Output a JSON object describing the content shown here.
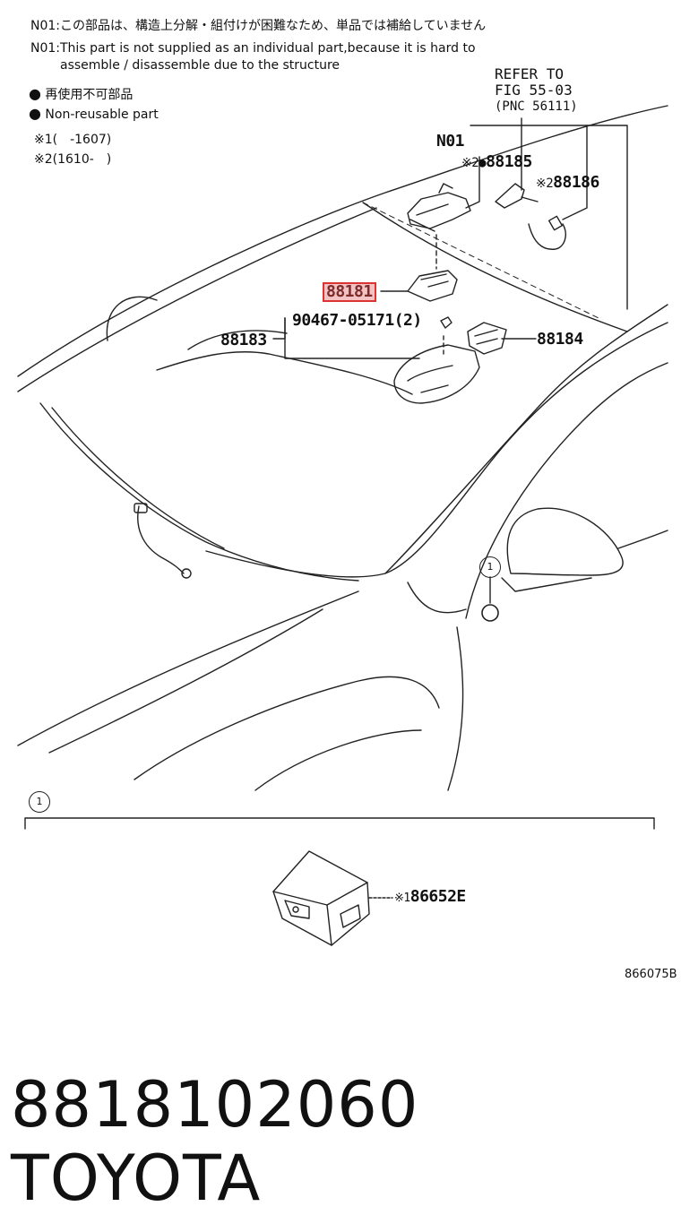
{
  "notes": {
    "n01_jp": "N01:この部品は、構造上分解・組付けが困難なため、単品では補給していません",
    "n01_en_line1": "N01:This part is not supplied as an individual part,because it is hard to",
    "n01_en_line2": "assemble / disassemble due to the structure"
  },
  "legend": {
    "bullet": "●",
    "jp": "再使用不可部品",
    "en": "Non-reusable part",
    "ref1": "※1(　-1607)",
    "ref2": "※2(1610-　)"
  },
  "refer": {
    "line1": "REFER TO",
    "line2": "FIG 55-03",
    "line3": "(PNC 56111)"
  },
  "parts": {
    "n01": "N01",
    "p88185_prefix": "※2●",
    "p88185": "88185",
    "p88186_prefix": "※2",
    "p88186": "88186",
    "p88181": "88181",
    "p90467": "90467-05171(2)",
    "p88183": "88183",
    "p88184": "88184",
    "p86652e_prefix": "※1",
    "p86652e": "86652E"
  },
  "callout": "1",
  "figure_code": "866075B",
  "footer": {
    "part_number": "8818102060",
    "brand": "TOYOTA"
  }
}
